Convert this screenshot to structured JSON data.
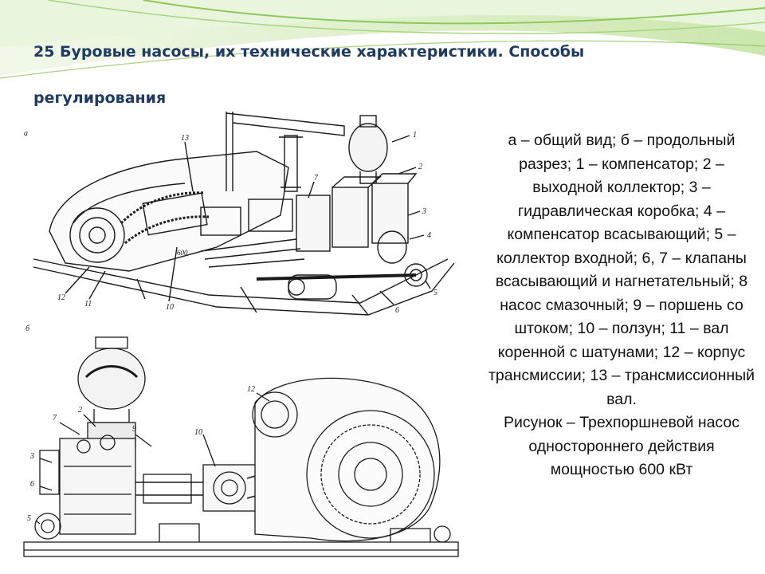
{
  "slide": {
    "title": "25 Буровые насосы, их технические характеристики. Способы регулирования"
  },
  "figure_a": {
    "panel_label": "а",
    "callouts": [
      "1",
      "2",
      "3",
      "4",
      "5",
      "6",
      "7",
      "10",
      "11",
      "12",
      "13"
    ],
    "plate_text": "600"
  },
  "figure_b": {
    "panel_label": "б",
    "callouts": [
      "7",
      "2",
      "9",
      "3",
      "6",
      "5",
      "12",
      "10"
    ]
  },
  "caption": {
    "legend": "а – общий вид; б – продольный разрез; 1 – компенсатор; 2 – выходной коллектор; 3 – гидравлическая коробка; 4 – компенсатор всасывающий; 5 – коллектор входной; 6, 7 – клапаны  всасывающий и нагнетательный; 8 насос смазочный; 9 – поршень со штоком; 10 – ползун; 11 – вал коренной с шатунами; 12 – корпус трансмиссии; 13 – трансмиссионный вал.",
    "figure_caption": "Рисунок – Трехпоршневой насос одностороннего действия мощностью 600 кВт"
  },
  "colors": {
    "title": "#1f3b63",
    "decor_green": "#7cc04a",
    "decor_light": "#e6f3d8",
    "drawing_ink": "#1a1a1a"
  }
}
